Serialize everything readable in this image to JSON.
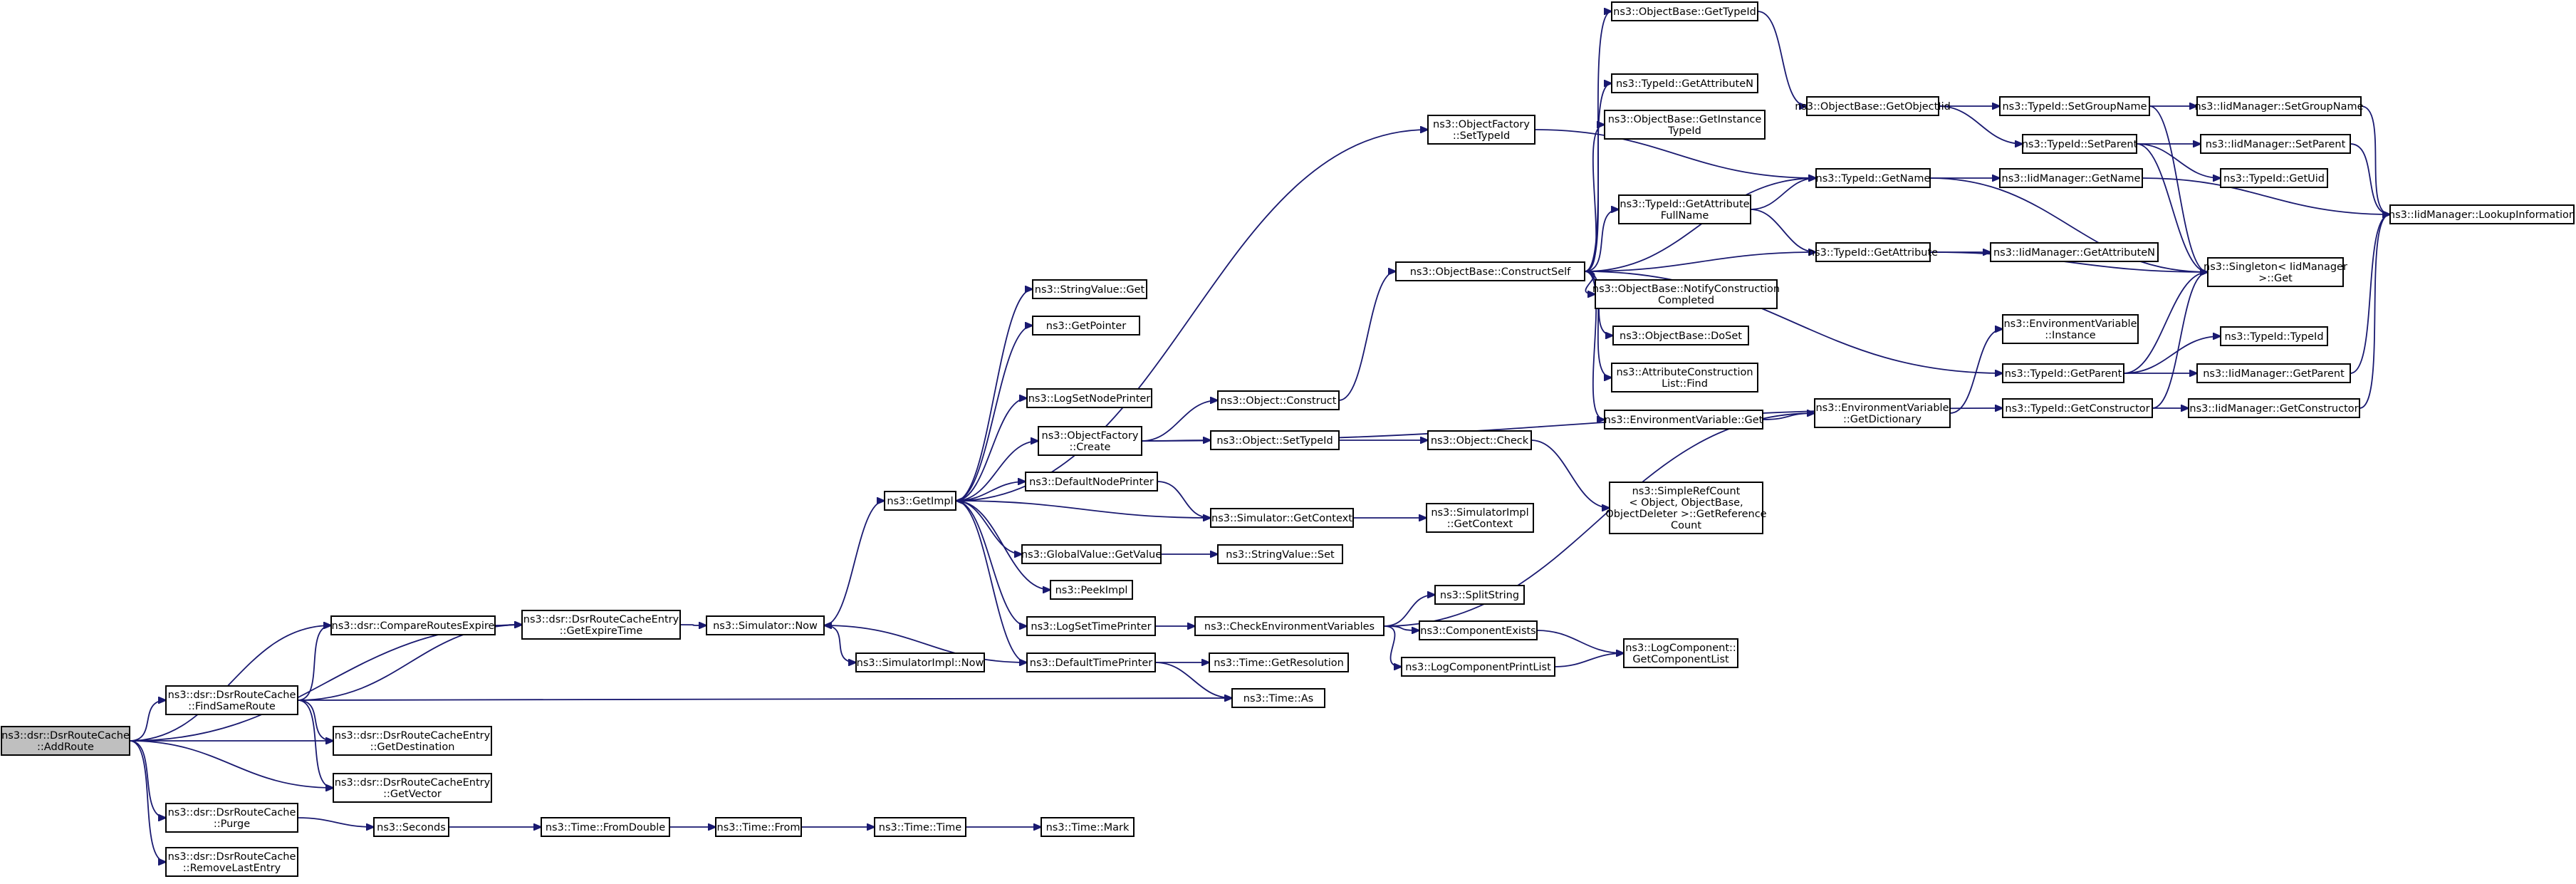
{
  "nodes": [
    {
      "id": "addroute",
      "lines": [
        "ns3::dsr::DsrRouteCache",
        "::AddRoute"
      ],
      "root": true
    },
    {
      "id": "findsameroute",
      "lines": [
        "ns3::dsr::DsrRouteCache",
        "::FindSameRoute"
      ]
    },
    {
      "id": "purge",
      "lines": [
        "ns3::dsr::DsrRouteCache",
        "::Purge"
      ]
    },
    {
      "id": "removelast",
      "lines": [
        "ns3::dsr::DsrRouteCache",
        "::RemoveLastEntry"
      ]
    },
    {
      "id": "compareexpire",
      "lines": [
        "ns3::dsr::CompareRoutesExpire"
      ]
    },
    {
      "id": "getexpiretime",
      "lines": [
        "ns3::dsr::DsrRouteCacheEntry",
        "::GetExpireTime"
      ]
    },
    {
      "id": "getdestination",
      "lines": [
        "ns3::dsr::DsrRouteCacheEntry",
        "::GetDestination"
      ]
    },
    {
      "id": "getvector",
      "lines": [
        "ns3::dsr::DsrRouteCacheEntry",
        "::GetVector"
      ]
    },
    {
      "id": "seconds",
      "lines": [
        "ns3::Seconds"
      ]
    },
    {
      "id": "fromdouble",
      "lines": [
        "ns3::Time::FromDouble"
      ]
    },
    {
      "id": "from",
      "lines": [
        "ns3::Time::From"
      ]
    },
    {
      "id": "timetime",
      "lines": [
        "ns3::Time::Time"
      ]
    },
    {
      "id": "mark",
      "lines": [
        "ns3::Time::Mark"
      ]
    },
    {
      "id": "simnow",
      "lines": [
        "ns3::Simulator::Now"
      ]
    },
    {
      "id": "simimplnow",
      "lines": [
        "ns3::SimulatorImpl::Now"
      ]
    },
    {
      "id": "getimpl",
      "lines": [
        "ns3::GetImpl"
      ]
    },
    {
      "id": "stringvalueget",
      "lines": [
        "ns3::StringValue::Get"
      ]
    },
    {
      "id": "getpointer",
      "lines": [
        "ns3::GetPointer"
      ]
    },
    {
      "id": "logsetnodeprinter",
      "lines": [
        "ns3::LogSetNodePrinter"
      ]
    },
    {
      "id": "objfactorycreate",
      "lines": [
        "ns3::ObjectFactory",
        "::Create"
      ]
    },
    {
      "id": "defaultnodeprinter",
      "lines": [
        "ns3::DefaultNodePrinter"
      ]
    },
    {
      "id": "globalvalueget",
      "lines": [
        "ns3::GlobalValue::GetValue"
      ]
    },
    {
      "id": "peekimpl",
      "lines": [
        "ns3::PeekImpl"
      ]
    },
    {
      "id": "logsettimeprinter",
      "lines": [
        "ns3::LogSetTimePrinter"
      ]
    },
    {
      "id": "defaulttimeprinter",
      "lines": [
        "ns3::DefaultTimePrinter"
      ]
    },
    {
      "id": "objconstruct",
      "lines": [
        "ns3::Object::Construct"
      ]
    },
    {
      "id": "objsettypeid",
      "lines": [
        "ns3::Object::SetTypeId"
      ]
    },
    {
      "id": "simgetcontext",
      "lines": [
        "ns3::Simulator::GetContext"
      ]
    },
    {
      "id": "stringvalueset",
      "lines": [
        "ns3::StringValue::Set"
      ]
    },
    {
      "id": "checkenvvars",
      "lines": [
        "ns3::CheckEnvironmentVariables"
      ]
    },
    {
      "id": "timegetres",
      "lines": [
        "ns3::Time::GetResolution"
      ]
    },
    {
      "id": "timeas",
      "lines": [
        "ns3::Time::As"
      ]
    },
    {
      "id": "objfactorysettypeid",
      "lines": [
        "ns3::ObjectFactory",
        "::SetTypeId"
      ]
    },
    {
      "id": "constructself",
      "lines": [
        "ns3::ObjectBase::ConstructSelf"
      ]
    },
    {
      "id": "objcheck",
      "lines": [
        "ns3::Object::Check"
      ]
    },
    {
      "id": "simimplgetcontext",
      "lines": [
        "ns3::SimulatorImpl",
        "::GetContext"
      ]
    },
    {
      "id": "splitstring",
      "lines": [
        "ns3::SplitString"
      ]
    },
    {
      "id": "componentexists",
      "lines": [
        "ns3::ComponentExists"
      ]
    },
    {
      "id": "logcompprintlist",
      "lines": [
        "ns3::LogComponentPrintList"
      ]
    },
    {
      "id": "objbasegettypeid",
      "lines": [
        "ns3::ObjectBase::GetTypeId"
      ]
    },
    {
      "id": "typeidgetattrn",
      "lines": [
        "ns3::TypeId::GetAttributeN"
      ]
    },
    {
      "id": "getinstancetypeid",
      "lines": [
        "ns3::ObjectBase::GetInstance",
        "TypeId"
      ]
    },
    {
      "id": "getattrfullname",
      "lines": [
        "ns3::TypeId::GetAttribute",
        "FullName"
      ]
    },
    {
      "id": "notifyconstruction",
      "lines": [
        "ns3::ObjectBase::NotifyConstruction",
        "Completed"
      ]
    },
    {
      "id": "dosset",
      "lines": [
        "ns3::ObjectBase::DoSet"
      ]
    },
    {
      "id": "attrconstructfind",
      "lines": [
        "ns3::AttributeConstruction",
        "List::Find"
      ]
    },
    {
      "id": "envvarget",
      "lines": [
        "ns3::EnvironmentVariable::Get"
      ]
    },
    {
      "id": "simplerefcount",
      "lines": [
        "ns3::SimpleRefCount",
        "< Object, ObjectBase,",
        "ObjectDeleter >::GetReference",
        "Count"
      ]
    },
    {
      "id": "logcompgetlist",
      "lines": [
        "ns3::LogComponent::",
        "GetComponentList"
      ]
    },
    {
      "id": "getobjectiid",
      "lines": [
        "ns3::ObjectBase::GetObjectIid"
      ]
    },
    {
      "id": "typeidgetname",
      "lines": [
        "ns3::TypeId::GetName"
      ]
    },
    {
      "id": "typeidgetattr",
      "lines": [
        "ns3::TypeId::GetAttribute"
      ]
    },
    {
      "id": "envvarinstance",
      "lines": [
        "ns3::EnvironmentVariable",
        "::Instance"
      ]
    },
    {
      "id": "envvargetdict",
      "lines": [
        "ns3::EnvironmentVariable",
        "::GetDictionary"
      ]
    },
    {
      "id": "typeidgetparent",
      "lines": [
        "ns3::TypeId::GetParent"
      ]
    },
    {
      "id": "typeidgetconstructor",
      "lines": [
        "ns3::TypeId::GetConstructor"
      ]
    },
    {
      "id": "typeidsetgroupname",
      "lines": [
        "ns3::TypeId::SetGroupName"
      ]
    },
    {
      "id": "typeidsetparent",
      "lines": [
        "ns3::TypeId::SetParent"
      ]
    },
    {
      "id": "iidgetname",
      "lines": [
        "ns3::IidManager::GetName"
      ]
    },
    {
      "id": "iidgetattrn",
      "lines": [
        "ns3::IidManager::GetAttributeN"
      ]
    },
    {
      "id": "typeidtypeid",
      "lines": [
        "ns3::TypeId::TypeId"
      ]
    },
    {
      "id": "iidgetparent",
      "lines": [
        "ns3::IidManager::GetParent"
      ]
    },
    {
      "id": "iidgetconstructor",
      "lines": [
        "ns3::IidManager::GetConstructor"
      ]
    },
    {
      "id": "iidsetgroupname",
      "lines": [
        "ns3::IidManager::SetGroupName"
      ]
    },
    {
      "id": "iidsetparent",
      "lines": [
        "ns3::IidManager::SetParent"
      ]
    },
    {
      "id": "typeidgetuid",
      "lines": [
        "ns3::TypeId::GetUid"
      ]
    },
    {
      "id": "singletonget",
      "lines": [
        "ns3::Singleton< IidManager",
        "  >::Get"
      ]
    },
    {
      "id": "iidlookup",
      "lines": [
        "ns3::IidManager::LookupInformation"
      ]
    }
  ],
  "edges": [
    [
      "addroute",
      "findsameroute"
    ],
    [
      "addroute",
      "compareexpire"
    ],
    [
      "addroute",
      "getexpiretime"
    ],
    [
      "addroute",
      "getdestination"
    ],
    [
      "addroute",
      "getvector"
    ],
    [
      "addroute",
      "purge"
    ],
    [
      "addroute",
      "removelast"
    ],
    [
      "findsameroute",
      "compareexpire"
    ],
    [
      "findsameroute",
      "getexpiretime"
    ],
    [
      "findsameroute",
      "getdestination"
    ],
    [
      "findsameroute",
      "getvector"
    ],
    [
      "findsameroute",
      "timeas"
    ],
    [
      "compareexpire",
      "getexpiretime"
    ],
    [
      "getexpiretime",
      "simnow"
    ],
    [
      "purge",
      "seconds"
    ],
    [
      "seconds",
      "fromdouble"
    ],
    [
      "fromdouble",
      "from"
    ],
    [
      "from",
      "timetime"
    ],
    [
      "timetime",
      "mark"
    ],
    [
      "simnow",
      "getimpl"
    ],
    [
      "simnow",
      "simimplnow"
    ],
    [
      "getimpl",
      "stringvalueget"
    ],
    [
      "getimpl",
      "getpointer"
    ],
    [
      "getimpl",
      "logsetnodeprinter"
    ],
    [
      "getimpl",
      "objfactorycreate"
    ],
    [
      "getimpl",
      "defaultnodeprinter"
    ],
    [
      "getimpl",
      "globalvalueget"
    ],
    [
      "getimpl",
      "peekimpl"
    ],
    [
      "getimpl",
      "logsettimeprinter"
    ],
    [
      "getimpl",
      "defaulttimeprinter"
    ],
    [
      "getimpl",
      "objfactorysettypeid"
    ],
    [
      "objfactorycreate",
      "objconstruct"
    ],
    [
      "objfactorycreate",
      "objsettypeid"
    ],
    [
      "objfactorycreate",
      "typeidgetconstructor"
    ],
    [
      "defaultnodeprinter",
      "simgetcontext"
    ],
    [
      "simgetcontext",
      "getimpl"
    ],
    [
      "simgetcontext",
      "simimplgetcontext"
    ],
    [
      "globalvalueget",
      "stringvalueset"
    ],
    [
      "logsettimeprinter",
      "checkenvvars"
    ],
    [
      "defaulttimeprinter",
      "simnow"
    ],
    [
      "defaulttimeprinter",
      "timegetres"
    ],
    [
      "defaulttimeprinter",
      "timeas"
    ],
    [
      "checkenvvars",
      "splitstring"
    ],
    [
      "checkenvvars",
      "componentexists"
    ],
    [
      "checkenvvars",
      "logcompprintlist"
    ],
    [
      "checkenvvars",
      "envvargetdict"
    ],
    [
      "componentexists",
      "logcompgetlist"
    ],
    [
      "logcompprintlist",
      "logcompgetlist"
    ],
    [
      "objconstruct",
      "constructself"
    ],
    [
      "objsettypeid",
      "objcheck"
    ],
    [
      "objcheck",
      "simplerefcount"
    ],
    [
      "objfactorysettypeid",
      "typeidgetname"
    ],
    [
      "constructself",
      "objbasegettypeid"
    ],
    [
      "constructself",
      "typeidgetattrn"
    ],
    [
      "constructself",
      "getinstancetypeid"
    ],
    [
      "constructself",
      "typeidgetname"
    ],
    [
      "constructself",
      "getattrfullname"
    ],
    [
      "constructself",
      "typeidgetattr"
    ],
    [
      "constructself",
      "notifyconstruction"
    ],
    [
      "constructself",
      "dosset"
    ],
    [
      "constructself",
      "attrconstructfind"
    ],
    [
      "constructself",
      "envvarget"
    ],
    [
      "constructself",
      "typeidgetparent"
    ],
    [
      "envvarget",
      "envvargetdict"
    ],
    [
      "envvargetdict",
      "envvarinstance"
    ],
    [
      "getattrfullname",
      "typeidgetname"
    ],
    [
      "getattrfullname",
      "typeidgetattr"
    ],
    [
      "objbasegettypeid",
      "getobjectiid"
    ],
    [
      "getobjectiid",
      "typeidsetgroupname"
    ],
    [
      "getobjectiid",
      "typeidsetparent"
    ],
    [
      "typeidgetname",
      "iidgetname"
    ],
    [
      "typeidgetname",
      "singletonget"
    ],
    [
      "typeidgetattr",
      "iidgetattrn"
    ],
    [
      "typeidgetattr",
      "singletonget"
    ],
    [
      "typeidgetparent",
      "singletonget"
    ],
    [
      "typeidgetparent",
      "typeidtypeid"
    ],
    [
      "typeidgetparent",
      "iidgetparent"
    ],
    [
      "typeidgetconstructor",
      "singletonget"
    ],
    [
      "typeidgetconstructor",
      "iidgetconstructor"
    ],
    [
      "typeidsetgroupname",
      "iidsetgroupname"
    ],
    [
      "typeidsetgroupname",
      "singletonget"
    ],
    [
      "typeidsetparent",
      "iidsetparent"
    ],
    [
      "typeidsetparent",
      "typeidgetuid"
    ],
    [
      "typeidsetparent",
      "singletonget"
    ],
    [
      "iidsetgroupname",
      "iidlookup"
    ],
    [
      "iidsetparent",
      "iidlookup"
    ],
    [
      "iidgetname",
      "iidlookup"
    ],
    [
      "iidgetparent",
      "iidlookup"
    ],
    [
      "iidgetconstructor",
      "iidlookup"
    ]
  ]
}
